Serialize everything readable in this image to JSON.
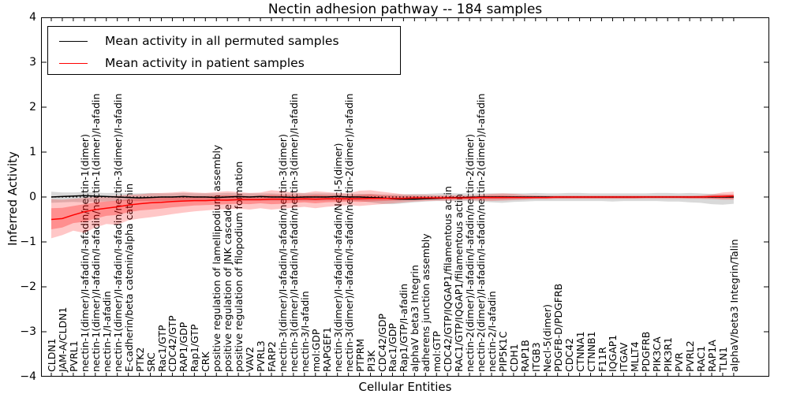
{
  "figure": {
    "title": "Nectin adhesion pathway -- 184 samples",
    "xlabel": "Cellular Entities",
    "ylabel": "Inferred Activity"
  },
  "legend": {
    "items": [
      {
        "label": "Mean activity in all permuted samples",
        "color": "#000000"
      },
      {
        "label": "Mean activity in patient samples",
        "color": "#ff0000"
      }
    ]
  },
  "axes": {
    "ylim": [
      -4,
      4
    ],
    "ytick_labels": [
      "4",
      "3",
      "2",
      "1",
      "0",
      "−1",
      "−2",
      "−3",
      "−4"
    ],
    "ytick_values": [
      4,
      3,
      2,
      1,
      0,
      -1,
      -2,
      -3,
      -4
    ],
    "grid": false
  },
  "colors": {
    "permuted_line": "#000000",
    "patient_line": "#ff0000",
    "permuted_band": "rgba(130,130,130,0.30)",
    "patient_band_outer": "rgba(255,0,0,0.22)",
    "patient_band_inner": "rgba(255,0,0,0.28)",
    "zero_line": "#000000"
  },
  "chart_data": {
    "type": "line",
    "title": "Nectin adhesion pathway -- 184 samples",
    "xlabel": "Cellular Entities",
    "ylabel": "Inferred Activity",
    "ylim": [
      -4,
      4
    ],
    "legend_position": "upper left",
    "categories": [
      "CLDN1",
      "JAM-A/CLDN1",
      "PVRL1",
      "nectin-1(dimer)/I-afadin/I-afadin/nectin-1(dimer)",
      "nectin-1(dimer)/I-afadin/I-afadin/nectin-1(dimer)/I-afadin",
      "nectin-1/I-afadin",
      "nectin-1(dimer)/I-afadin/I-afadin/nectin-3(dimer)/I-afadin",
      "E-cadherin/beta catenin/alpha catenin",
      "PTK2",
      "SRC",
      "Rac1/GTP",
      "CDC42/GTP",
      "RAP1/GDP",
      "Rap1/GTP",
      "CRK",
      "positive regulation of lamellipodium assembly",
      "positive regulation of JNK cascade",
      "positive regulation of filopodium formation",
      "VAV2",
      "PVRL3",
      "FARP2",
      "nectin-3(dimer)/I-afadin/I-afadin/nectin-3(dimer)",
      "nectin-3(dimer)/I-afadin/I-afadin/nectin-3(dimer)/I-afadin",
      "nectin-3/I-afadin",
      "mol:GDP",
      "RAPGEF1",
      "nectin-3(dimer)/I-afadin/I-afadin/Necl-5(dimer)",
      "nectin-3(dimer)/I-afadin/I-afadin/nectin-2(dimer)/I-afadin",
      "PTPRM",
      "PI3K",
      "CDC42/GDP",
      "Rac1/GDP",
      "Rap1/GTP/I-afadin",
      "alphaV beta3 Integrin",
      "adherens junction assembly",
      "mol:GTP",
      "CDC42/GTP/IQGAP1/filamentous actin",
      "RAC1/GTP/IQGAP1/filamentous actin",
      "nectin-2(dimer)/I-afadin/I-afadin/nectin-2(dimer)",
      "nectin-2(dimer)/I-afadin/I-afadin/nectin-2(dimer)/I-afadin",
      "nectin-2/I-afadin",
      "PIP5K1C",
      "CDH1",
      "RAP1B",
      "ITGB3",
      "Necl-5(dimer)",
      "PDGFB-D/PDGFRB",
      "CDC42",
      "CTNNA1",
      "CTNNB1",
      "F11R",
      "IQGAP1",
      "ITGAV",
      "MLLT4",
      "PDGFRB",
      "PIK3CA",
      "PIK3R1",
      "PVR",
      "PVRL2",
      "RAC1",
      "RAP1A",
      "TLN1",
      "alphaV/beta3 Integrin/Talin"
    ],
    "series": [
      {
        "name": "Mean activity in all permuted samples",
        "color": "#000000",
        "values": [
          0.0,
          0.01,
          0.02,
          0.03,
          0.02,
          0.01,
          0.0,
          -0.01,
          -0.02,
          -0.01,
          0.0,
          0.0,
          0.01,
          0.0,
          0.0,
          -0.01,
          0.0,
          0.01,
          0.0,
          0.01,
          0.0,
          0.0,
          -0.01,
          0.0,
          0.0,
          0.0,
          0.01,
          0.0,
          0.0,
          -0.01,
          -0.02,
          -0.04,
          -0.05,
          -0.05,
          -0.04,
          -0.03,
          -0.02,
          -0.01,
          -0.01,
          0.0,
          0.0,
          0.0,
          0.0,
          0.0,
          0.0,
          0.0,
          0.0,
          0.0,
          0.0,
          0.0,
          0.0,
          0.0,
          0.0,
          0.0,
          0.0,
          0.0,
          0.0,
          0.0,
          0.0,
          0.0,
          0.0,
          0.0,
          0.0
        ]
      },
      {
        "name": "Mean activity in patient samples",
        "color": "#ff0000",
        "values": [
          -0.5,
          -0.48,
          -0.4,
          -0.33,
          -0.28,
          -0.25,
          -0.22,
          -0.18,
          -0.15,
          -0.13,
          -0.12,
          -0.1,
          -0.09,
          -0.08,
          -0.08,
          -0.07,
          -0.07,
          -0.06,
          -0.06,
          -0.06,
          -0.05,
          -0.05,
          -0.05,
          -0.04,
          -0.05,
          -0.04,
          -0.04,
          -0.04,
          -0.04,
          -0.03,
          -0.03,
          -0.03,
          -0.03,
          -0.02,
          -0.02,
          -0.02,
          -0.02,
          -0.02,
          -0.02,
          -0.01,
          -0.01,
          -0.01,
          -0.01,
          -0.01,
          -0.01,
          -0.01,
          0.0,
          0.0,
          0.0,
          0.0,
          0.0,
          0.0,
          0.0,
          0.0,
          0.0,
          0.0,
          0.0,
          0.0,
          0.0,
          0.0,
          0.01,
          0.01,
          0.02
        ]
      }
    ],
    "bands": [
      {
        "name": "permuted samples range",
        "upper": [
          0.12,
          0.1,
          0.1,
          0.11,
          0.1,
          0.09,
          0.09,
          0.08,
          0.08,
          0.09,
          0.08,
          0.08,
          0.09,
          0.08,
          0.08,
          0.08,
          0.09,
          0.08,
          0.08,
          0.08,
          0.08,
          0.07,
          0.08,
          0.08,
          0.08,
          0.08,
          0.08,
          0.07,
          0.07,
          0.07,
          0.06,
          0.06,
          0.06,
          0.07,
          0.07,
          0.08,
          0.09,
          0.08,
          0.08,
          0.08,
          0.08,
          0.08,
          0.08,
          0.08,
          0.09,
          0.08,
          0.08,
          0.09,
          0.09,
          0.08,
          0.08,
          0.08,
          0.08,
          0.08,
          0.08,
          0.09,
          0.09,
          0.08,
          0.09,
          0.08,
          0.07,
          0.06,
          0.05
        ],
        "lower": [
          -0.13,
          -0.12,
          -0.11,
          -0.12,
          -0.1,
          -0.1,
          -0.09,
          -0.09,
          -0.09,
          -0.09,
          -0.09,
          -0.08,
          -0.09,
          -0.08,
          -0.08,
          -0.08,
          -0.09,
          -0.08,
          -0.08,
          -0.08,
          -0.08,
          -0.08,
          -0.08,
          -0.08,
          -0.08,
          -0.08,
          -0.08,
          -0.08,
          -0.09,
          -0.12,
          -0.15,
          -0.16,
          -0.14,
          -0.12,
          -0.1,
          -0.09,
          -0.09,
          -0.09,
          -0.09,
          -0.1,
          -0.12,
          -0.13,
          -0.11,
          -0.1,
          -0.09,
          -0.09,
          -0.09,
          -0.09,
          -0.09,
          -0.09,
          -0.09,
          -0.1,
          -0.09,
          -0.09,
          -0.09,
          -0.09,
          -0.1,
          -0.1,
          -0.12,
          -0.13,
          -0.16,
          -0.17,
          -0.15
        ]
      },
      {
        "name": "patient samples outer range",
        "upper": [
          -0.05,
          -0.06,
          -0.04,
          -0.02,
          0.0,
          0.02,
          0.03,
          0.05,
          0.06,
          0.08,
          0.09,
          0.1,
          0.12,
          0.1,
          0.09,
          0.11,
          0.13,
          0.11,
          0.09,
          0.1,
          0.15,
          0.13,
          0.1,
          0.09,
          0.13,
          0.11,
          0.09,
          0.08,
          0.14,
          0.15,
          0.12,
          0.09,
          0.06,
          0.05,
          0.05,
          0.04,
          0.04,
          0.04,
          0.03,
          0.05,
          0.07,
          0.08,
          0.07,
          0.05,
          0.04,
          0.03,
          0.03,
          0.03,
          0.03,
          0.03,
          0.03,
          0.03,
          0.03,
          0.03,
          0.03,
          0.03,
          0.03,
          0.03,
          0.03,
          0.04,
          0.06,
          0.1,
          0.12
        ],
        "lower": [
          -0.92,
          -0.85,
          -0.75,
          -0.8,
          -0.68,
          -0.6,
          -0.62,
          -0.52,
          -0.48,
          -0.45,
          -0.42,
          -0.38,
          -0.35,
          -0.32,
          -0.3,
          -0.28,
          -0.27,
          -0.26,
          -0.28,
          -0.25,
          -0.28,
          -0.26,
          -0.24,
          -0.22,
          -0.25,
          -0.22,
          -0.2,
          -0.18,
          -0.2,
          -0.18,
          -0.16,
          -0.14,
          -0.12,
          -0.1,
          -0.09,
          -0.08,
          -0.08,
          -0.07,
          -0.07,
          -0.08,
          -0.09,
          -0.08,
          -0.07,
          -0.06,
          -0.05,
          -0.05,
          -0.04,
          -0.04,
          -0.04,
          -0.04,
          -0.04,
          -0.04,
          -0.04,
          -0.04,
          -0.04,
          -0.04,
          -0.04,
          -0.04,
          -0.04,
          -0.04,
          -0.05,
          -0.06,
          -0.06
        ]
      },
      {
        "name": "patient samples inner range",
        "upper": [
          -0.25,
          -0.24,
          -0.2,
          -0.16,
          -0.12,
          -0.1,
          -0.08,
          -0.05,
          -0.03,
          -0.01,
          0.0,
          0.01,
          0.02,
          0.02,
          0.02,
          0.03,
          0.04,
          0.03,
          0.02,
          0.03,
          0.05,
          0.04,
          0.03,
          0.03,
          0.05,
          0.04,
          0.03,
          0.02,
          0.05,
          0.06,
          0.04,
          0.03,
          0.02,
          0.02,
          0.01,
          0.01,
          0.01,
          0.01,
          0.01,
          0.02,
          0.03,
          0.03,
          0.02,
          0.01,
          0.01,
          0.01,
          0.01,
          0.01,
          0.01,
          0.01,
          0.01,
          0.01,
          0.01,
          0.01,
          0.01,
          0.01,
          0.01,
          0.01,
          0.01,
          0.02,
          0.03,
          0.05,
          0.06
        ],
        "lower": [
          -0.72,
          -0.68,
          -0.58,
          -0.55,
          -0.48,
          -0.42,
          -0.4,
          -0.34,
          -0.3,
          -0.28,
          -0.26,
          -0.23,
          -0.21,
          -0.19,
          -0.18,
          -0.17,
          -0.16,
          -0.15,
          -0.16,
          -0.14,
          -0.16,
          -0.15,
          -0.13,
          -0.12,
          -0.14,
          -0.12,
          -0.11,
          -0.1,
          -0.11,
          -0.1,
          -0.09,
          -0.08,
          -0.07,
          -0.06,
          -0.05,
          -0.05,
          -0.05,
          -0.04,
          -0.04,
          -0.05,
          -0.05,
          -0.05,
          -0.04,
          -0.04,
          -0.03,
          -0.03,
          -0.03,
          -0.03,
          -0.03,
          -0.03,
          -0.03,
          -0.03,
          -0.03,
          -0.03,
          -0.02,
          -0.02,
          -0.02,
          -0.02,
          -0.03,
          -0.03,
          -0.03,
          -0.04,
          -0.04
        ]
      }
    ],
    "zero_line": 0
  }
}
